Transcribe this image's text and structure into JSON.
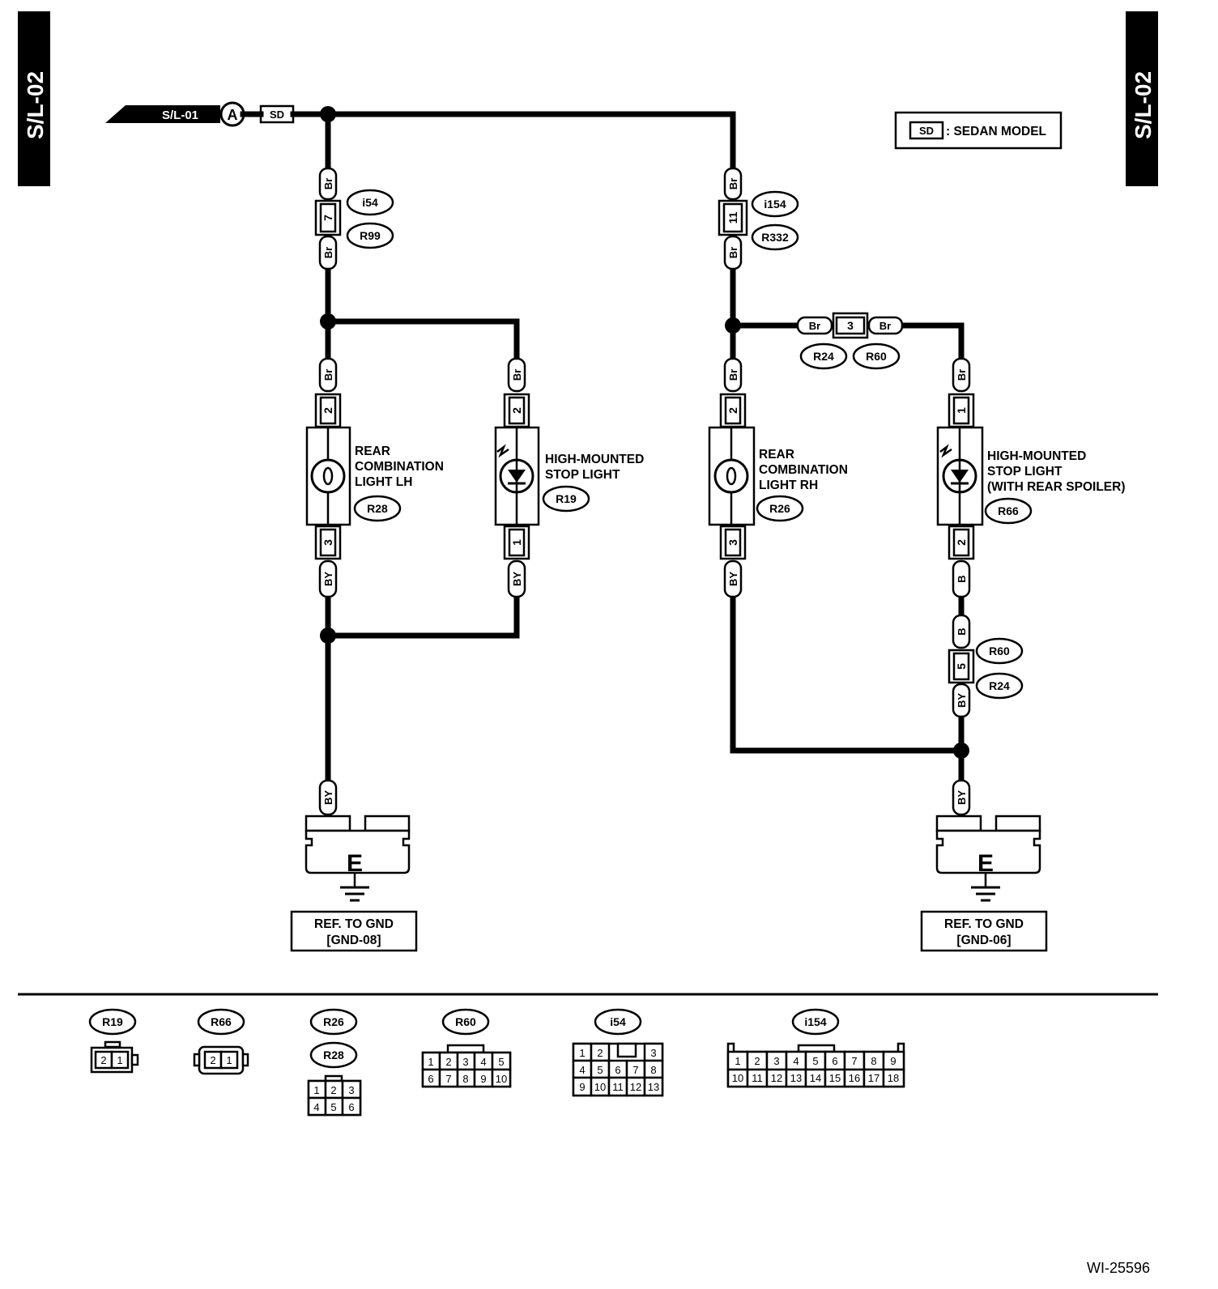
{
  "page_tag": "S/L-02",
  "source": {
    "ref": "S/L-01",
    "point": "A",
    "model_tag": "SD"
  },
  "legend": {
    "tag": "SD",
    "text": ": SEDAN MODEL"
  },
  "wire_colors": {
    "brown": "Br",
    "black_yellow": "BY",
    "black": "B"
  },
  "left_branch": {
    "splice_pin": "7",
    "connectors": [
      "i54",
      "R99"
    ],
    "lamp": {
      "name_lines": [
        "REAR",
        "COMBINATION",
        "LIGHT LH"
      ],
      "connector": "R28",
      "pin_in": "2",
      "pin_out": "3"
    },
    "hmsl": {
      "name_lines": [
        "HIGH-MOUNTED",
        "STOP LIGHT"
      ],
      "connector": "R19",
      "pin_in": "2",
      "pin_out": "1"
    },
    "ground": {
      "label": "E",
      "ref_lines": [
        "REF. TO GND",
        "[GND-08]"
      ]
    }
  },
  "right_branch": {
    "splice_pin": "11",
    "connectors": [
      "i154",
      "R332"
    ],
    "cross_pin": "3",
    "cross_connectors": [
      "R24",
      "R60"
    ],
    "lamp": {
      "name_lines": [
        "REAR",
        "COMBINATION",
        "LIGHT RH"
      ],
      "connector": "R26",
      "pin_in": "2",
      "pin_out": "3"
    },
    "hmsl": {
      "name_lines": [
        "HIGH-MOUNTED",
        "STOP LIGHT",
        "(WITH REAR SPOILER)"
      ],
      "connector": "R66",
      "pin_in": "1",
      "pin_out": "2"
    },
    "return_pin": "5",
    "return_connectors": [
      "R60",
      "R24"
    ],
    "ground": {
      "label": "E",
      "ref_lines": [
        "REF. TO GND",
        "[GND-06]"
      ]
    }
  },
  "connector_views": [
    {
      "id": "R19",
      "rows": [
        [
          "2",
          "1"
        ]
      ]
    },
    {
      "id": "R66",
      "rows": [
        [
          "2",
          "1"
        ]
      ]
    },
    {
      "id": "R26",
      "second_id": "R28",
      "rows": [
        [
          "1",
          "2",
          "3"
        ],
        [
          "4",
          "5",
          "6"
        ]
      ]
    },
    {
      "id": "R60",
      "rows": [
        [
          "1",
          "2",
          "3",
          "4",
          "5"
        ],
        [
          "6",
          "7",
          "8",
          "9",
          "10"
        ]
      ]
    },
    {
      "id": "i54",
      "rows": [
        [
          "1",
          "2",
          "",
          "3"
        ],
        [
          "4",
          "5",
          "6",
          "7",
          "8"
        ],
        [
          "9",
          "10",
          "11",
          "12",
          "13"
        ]
      ]
    },
    {
      "id": "i154",
      "rows": [
        [
          "1",
          "2",
          "3",
          "4",
          "5",
          "6",
          "7",
          "8",
          "9"
        ],
        [
          "10",
          "11",
          "12",
          "13",
          "14",
          "15",
          "16",
          "17",
          "18"
        ]
      ]
    }
  ],
  "figure_id": "WI-25596"
}
